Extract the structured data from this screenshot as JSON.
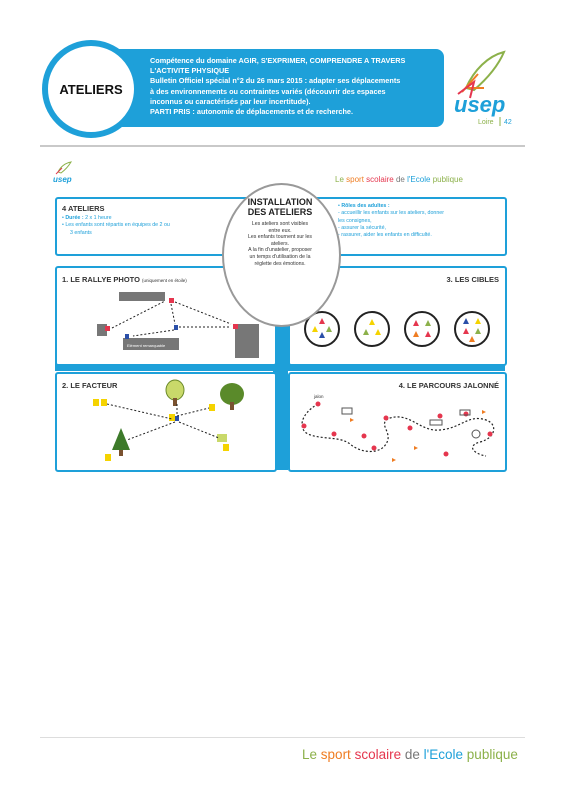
{
  "header": {
    "title": "ATELIERS",
    "lines": [
      "Compétence du domaine AGIR, S'EXPRIMER, COMPRENDRE A TRAVERS",
      "L'ACTIVITE PHYSIQUE",
      "Bulletin Officiel spécial n°2 du 26 mars 2015 : adapter ses déplacements",
      "à des environnements ou contraintes variés  (découvrir des espaces",
      "inconnus ou caractérisés par leur incertitude).",
      "PARTI PRIS : autonomie de déplacements et de recherche."
    ],
    "logo_text": "usep",
    "logo_sub": "Loire",
    "logo_num": "42"
  },
  "slogan": {
    "w1": "Le",
    "w2": "sport",
    "w3": "scolaire",
    "w4": "de",
    "w5": "l'Ecole",
    "w6": "publique"
  },
  "installation": {
    "title_line1": "INSTALLATION",
    "title_line2": "DES ATELIERS",
    "lines": [
      "Les ateliers sont visibles",
      "entre eux.",
      "Les enfants tournent sur les",
      "ateliers.",
      "A la fin d'unatelier, proposer",
      "un temps d'utilisation de la",
      "réglette des émotions."
    ]
  },
  "ateliers": {
    "title": "4 ATELIERS",
    "duree_label": "Durée :",
    "duree_value": "2 x 1 heure",
    "groups": "Les enfants sont répartis en équipes de 2 ou",
    "groups2": "3 enfants"
  },
  "roles": {
    "title": "Rôles des adultes :",
    "items": [
      "- accueillir les enfants sur les ateliers, donner",
      "les consignes,",
      "- assurer la sécurité,",
      "- rassurer, aider les enfants en difficulté."
    ]
  },
  "rallye": {
    "title": "1. LE RALLYE PHOTO",
    "note": "(uniquement en étoile)",
    "label": "Elément remarquable"
  },
  "cibles": {
    "title": "3. LES CIBLES"
  },
  "facteur": {
    "title": "2. LE FACTEUR"
  },
  "parcours": {
    "title": "4. LE PARCOURS JALONNÉ",
    "label": "jalon"
  },
  "colors": {
    "accent": "#1ea0d9",
    "red": "#e5364e",
    "green": "#8cb14a",
    "orange": "#ef7d22",
    "yellow": "#f5d300"
  }
}
